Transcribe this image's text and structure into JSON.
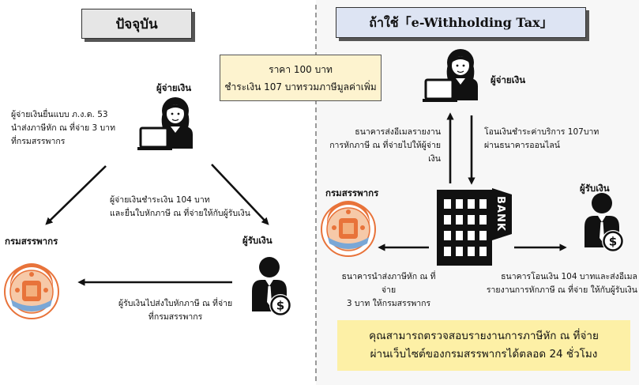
{
  "left_panel": {
    "title": "ปัจจุบัน",
    "payer_label": "ผู้จ่ายเงิน",
    "payer_note": [
      "ผู้จ่ายเงินยื่นแบบ ภ.ง.ด. 53",
      "นำส่งภาษีหัก ณ ที่จ่าย 3 บาท",
      "ที่กรมสรรพากร"
    ],
    "payment_note": [
      "ผู้จ่ายเงินชำระเงิน 104 บาท",
      "และยื่นใบหักภาษี ณ ที่จ่ายให้กับผู้รับเงิน"
    ],
    "rd_label": "กรมสรรพากร",
    "payee_label": "ผู้รับเงิน",
    "payee_note": [
      "ผู้รับเงินไปส่งใบหักภาษี ณ ที่จ่าย",
      "ที่กรมสรรพากร"
    ]
  },
  "price_box": {
    "line1": "ราคา 100 บาท",
    "line2": "ชำระเงิน 107 บาทรวมภาษีมูลค่าเพิ่ม"
  },
  "right_panel": {
    "title": "ถ้าใช้「e-Withholding Tax」",
    "payer_label": "ผู้จ่ายเงิน",
    "bank_report_note": [
      "ธนาคารส่งอีเมลรายงาน",
      "การหักภาษี ณ ที่จ่ายไปให้ผู้จ่ายเงิน"
    ],
    "transfer_note": [
      "โอนเงินชำระค่าบริการ 107บาท",
      "ผ่านธนาคารออนไลน์"
    ],
    "bank_label": "BANK",
    "rd_label": "กรมสรรพากร",
    "payee_label": "ผู้รับเงิน",
    "rd_note": [
      "ธนาคารนำส่งภาษีหัก ณ ที่จ่าย",
      "3 บาท ให้กรมสรรพากร"
    ],
    "payee_note": [
      "ธนาคารโอนเงิน 104 บาทและส่งอีเมล",
      "รายงานการหักภาษี ณ ที่จ่าย ให้กับผู้รับเงิน"
    ],
    "info_line1": "คุณสามารถตรวจสอบรายงานการภาษีหัก ณ ที่จ่าย",
    "info_line2": "ผ่านเว็บไซต์ของกรมสรรพากรได้ตลอด 24 ชั่วโมง"
  },
  "colors": {
    "left_header_bg": "#e6e6e6",
    "right_header_bg": "#dde4f3",
    "price_bg": "#fdf3cf",
    "info_bg": "#fdf0a6",
    "seal_orange": "#e8733a",
    "seal_blue": "#7aa7d6",
    "dollar_gold": "#c9a227"
  },
  "icons": [
    "payer-laptop-icon",
    "payee-dollar-icon",
    "revenue-department-seal-icon",
    "bank-building-icon"
  ]
}
